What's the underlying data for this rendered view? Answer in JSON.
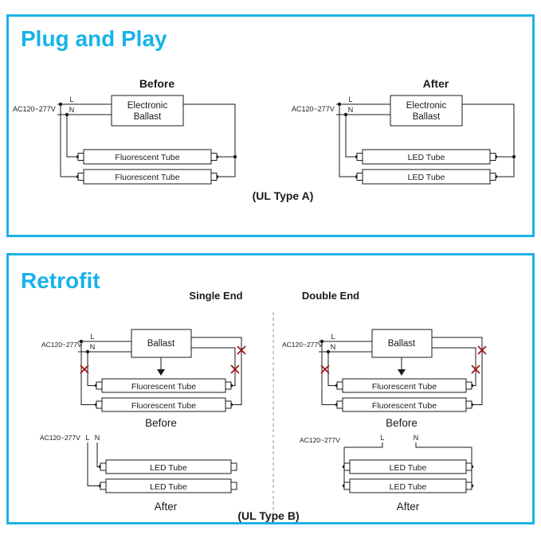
{
  "panel_a": {
    "title": "Plug and Play",
    "type_label": "(UL Type A)",
    "before": {
      "heading": "Before",
      "ac": "AC120~277V",
      "l": "L",
      "n": "N",
      "ballast1": "Electronic",
      "ballast2": "Ballast",
      "tube1": "Fluorescent Tube",
      "tube2": "Fluorescent Tube"
    },
    "after": {
      "heading": "After",
      "ac": "AC120~277V",
      "l": "L",
      "n": "N",
      "ballast1": "Electronic",
      "ballast2": "Ballast",
      "tube1": "LED Tube",
      "tube2": "LED Tube"
    }
  },
  "panel_b": {
    "title": "Retrofit",
    "type_label": "(UL Type B)",
    "columns": {
      "single": "Single End",
      "double": "Double End"
    },
    "single_before": {
      "ac": "AC120~277V",
      "l": "L",
      "n": "N",
      "ballast": "Ballast",
      "tube1": "Fluorescent Tube",
      "tube2": "Fluorescent Tube",
      "caption": "Before"
    },
    "single_after": {
      "ac": "AC120~277V",
      "l": "L",
      "n": "N",
      "tube1": "LED Tube",
      "tube2": "LED Tube",
      "caption": "After"
    },
    "double_before": {
      "ac": "AC120~277V",
      "l": "L",
      "n": "N",
      "ballast": "Ballast",
      "tube1": "Fluorescent Tube",
      "tube2": "Fluorescent Tube",
      "caption": "Before"
    },
    "double_after": {
      "ac": "AC120~277V",
      "l": "L",
      "n": "N",
      "tube1": "LED Tube",
      "tube2": "LED Tube",
      "caption": "After"
    }
  },
  "colors": {
    "accent": "#1cb2e8",
    "wire": "#1a1a1a",
    "cut_mark": "#a01818"
  }
}
